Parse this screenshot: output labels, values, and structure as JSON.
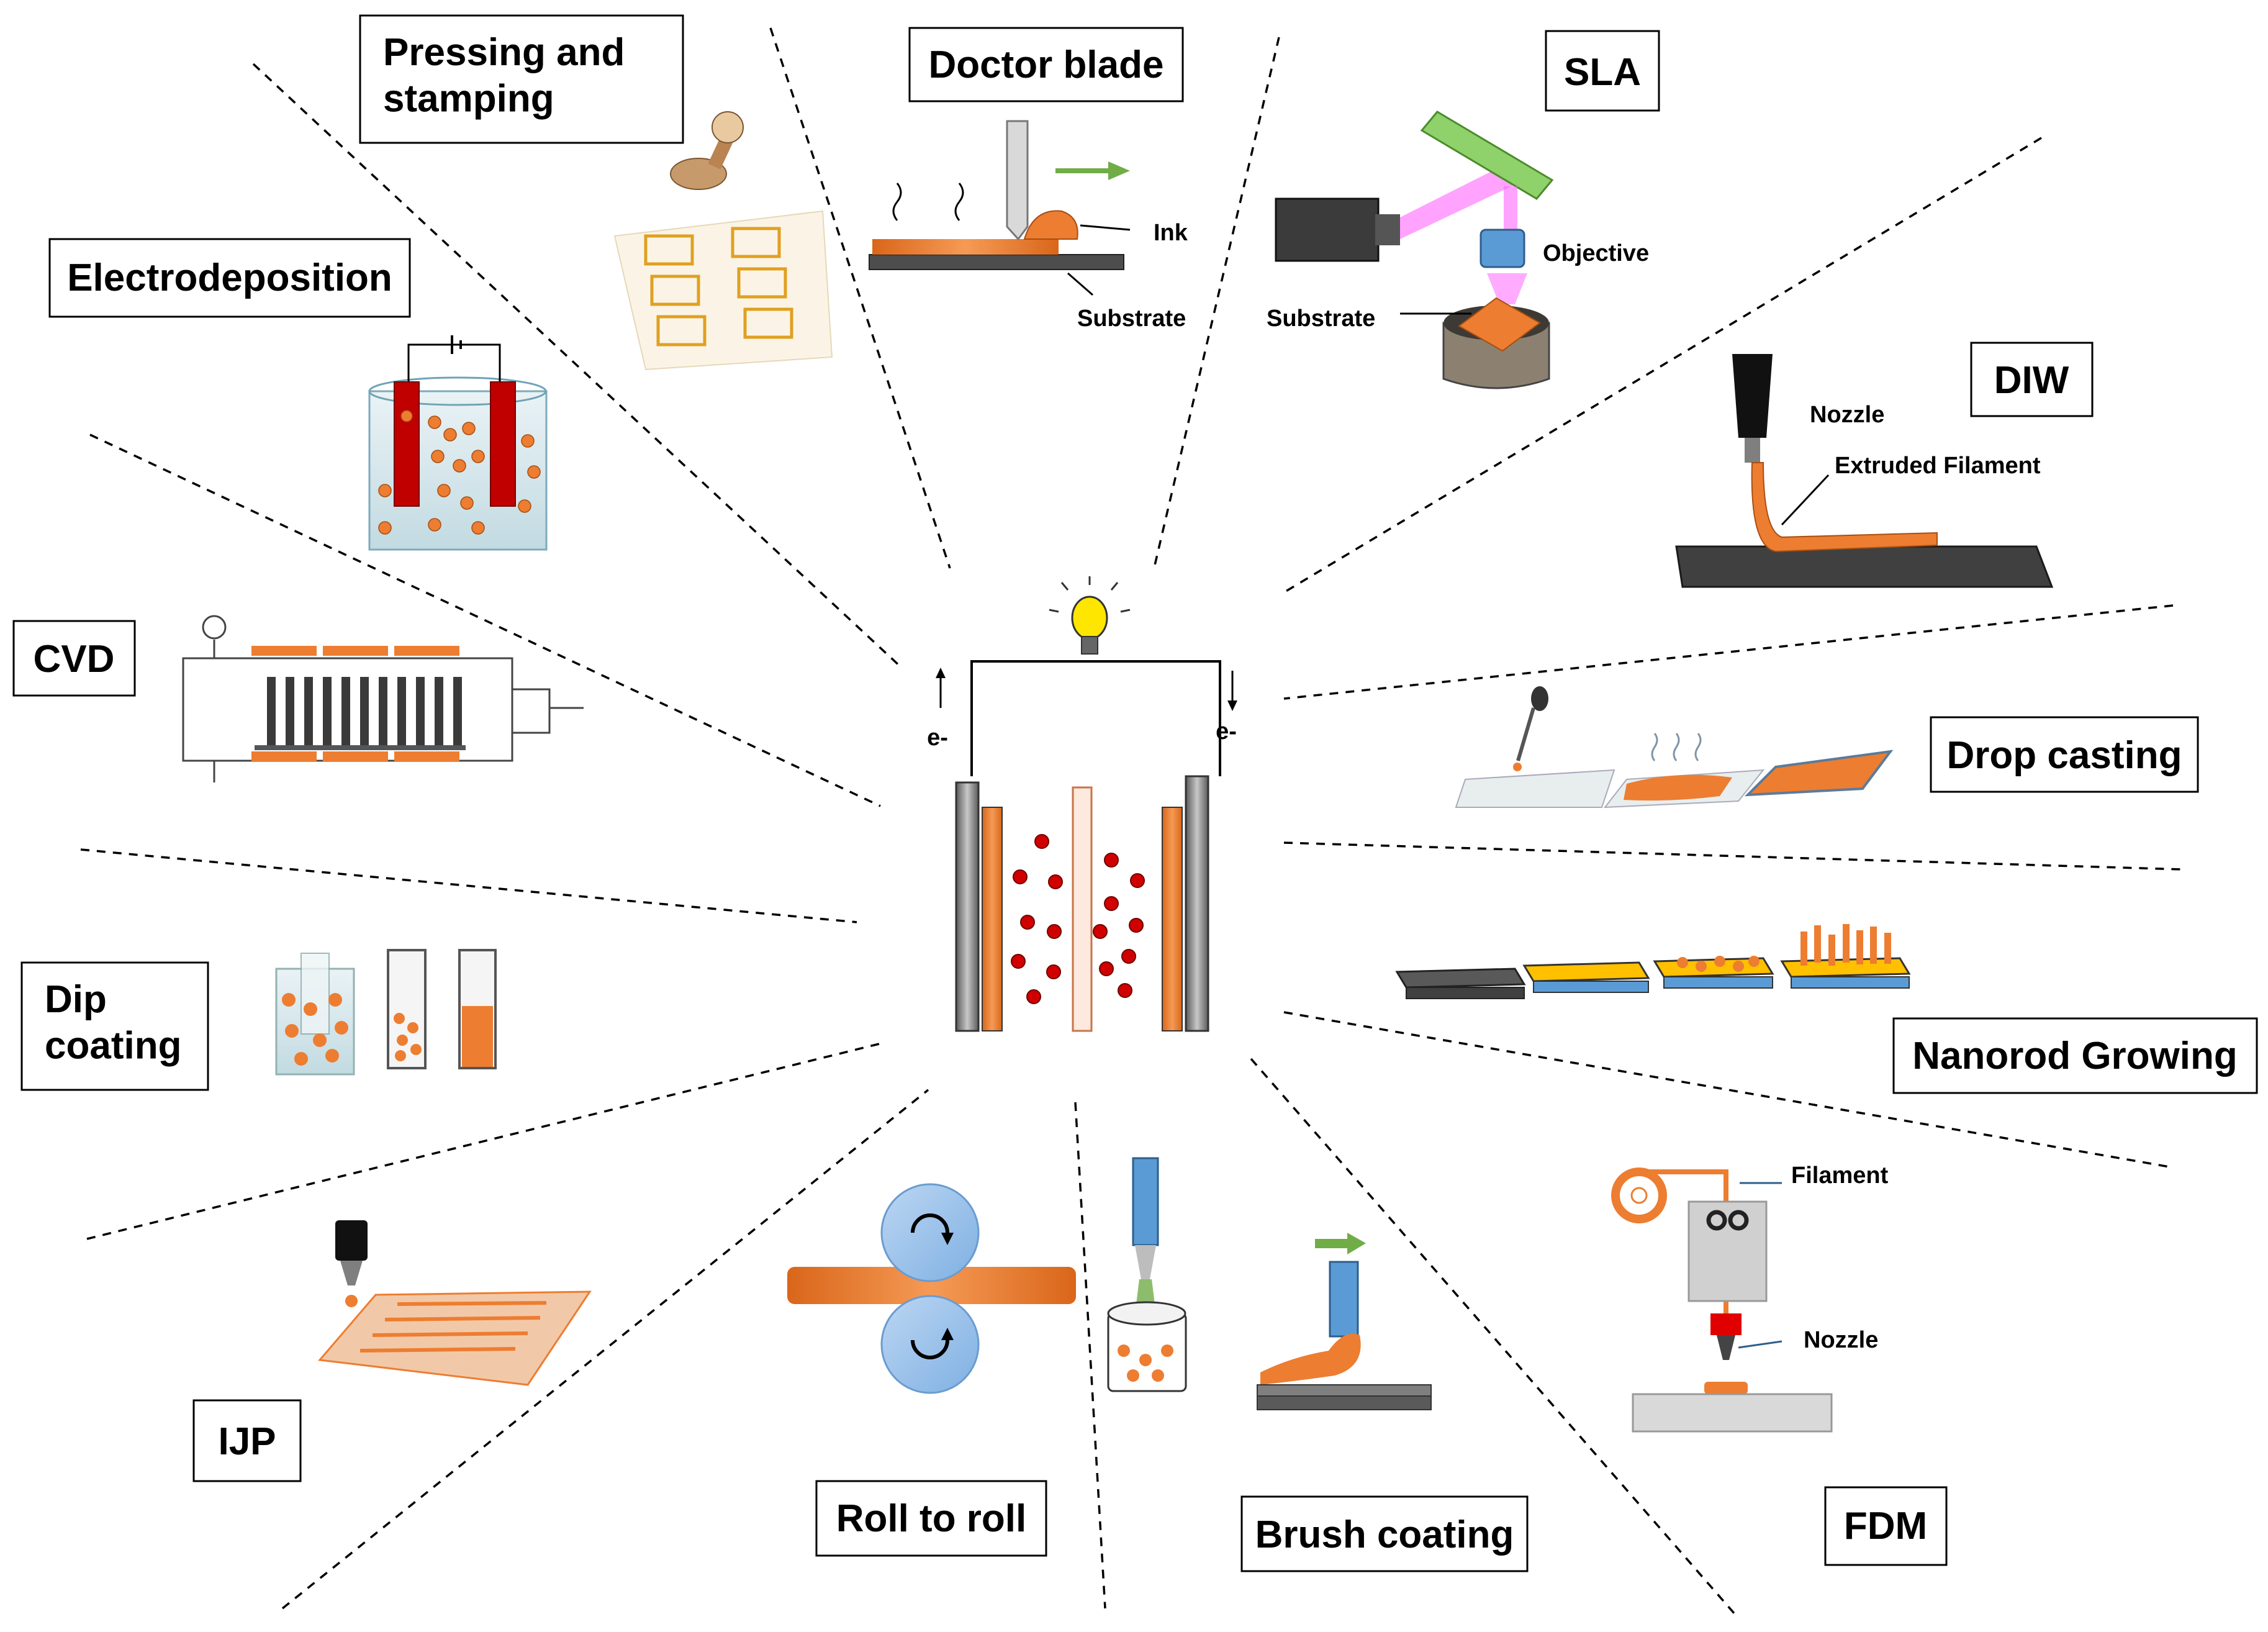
{
  "colors": {
    "orange": "#ED7D31",
    "grey": "#7F7F7F",
    "dark": "#404040",
    "red": "#C00000",
    "blue": "#5B9BD5",
    "green": "#70AD47",
    "bulb": "#FFE600",
    "pink": "#FF66FF",
    "yellow": "#FFC000"
  },
  "center": {
    "electron_left": "e-",
    "electron_right": "e-"
  },
  "methods": {
    "pressing": "Pressing and\nstamping",
    "doctor_blade": "Doctor blade",
    "sla": "SLA",
    "electrodeposition": "Electrodeposition",
    "diw": "DIW",
    "cvd": "CVD",
    "drop_casting": "Drop casting",
    "dip_coating": "Dip\ncoating",
    "nanorod": "Nanorod Growing",
    "ijp": "IJP",
    "roll_to_roll": "Roll to roll",
    "brush": "Brush coating",
    "fdm": "FDM"
  },
  "annotations": {
    "doctor_ink": "Ink",
    "doctor_substrate": "Substrate",
    "sla_objective": "Objective",
    "sla_substrate": "Substrate",
    "diw_nozzle": "Nozzle",
    "diw_filament": "Extruded  Filament",
    "fdm_filament": "Filament",
    "fdm_nozzle": "Nozzle"
  }
}
